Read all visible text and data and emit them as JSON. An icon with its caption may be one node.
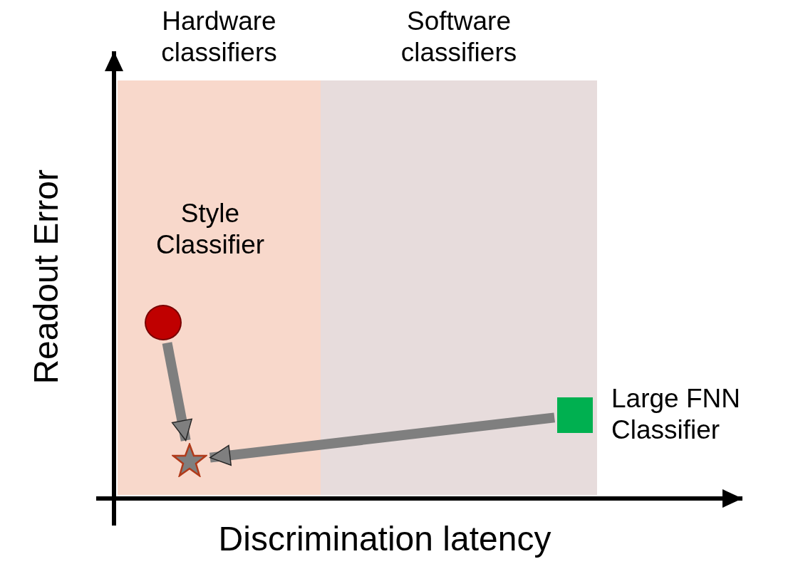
{
  "diagram": {
    "nodes": [
      {
        "text": [
          "Hardware classifiers"
        ]
      },
      {
        "text": [
          "Software classifiers"
        ]
      },
      {
        "text": [],
        "shape": "circle",
        "in": 0,
        "beside": [
          "Style Classifier"
        ]
      },
      {
        "text": [],
        "shape": "star",
        "in": 0
      },
      {
        "text": [],
        "shape": "box",
        "in": 1,
        "beside": [
          "Large FNN Classifier"
        ]
      }
    ],
    "edges": [
      {
        "from": 2,
        "to": 3,
        "arrow": "to"
      },
      {
        "from": 4,
        "to": 3,
        "arrow": "to"
      }
    ],
    "labels": [
      "Readout Error",
      "Discrimination latency"
    ]
  }
}
